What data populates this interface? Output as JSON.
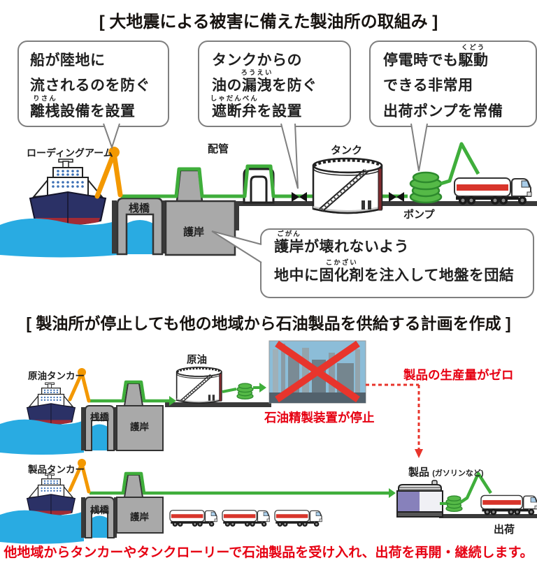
{
  "section1": {
    "title": "[ 大地震による被害に備えた製油所の取組み ]",
    "bubble1": {
      "line1": "船が陸地に",
      "line2": "流されるのを防ぐ",
      "line3_ruby": "りさん",
      "line3_base": "離桟",
      "line3_rest": "設備を設置"
    },
    "bubble2": {
      "line1": "タンクからの",
      "line2_pre": "油の",
      "line2_ruby": "ろうえい",
      "line2_base": "漏洩",
      "line2_rest": "を防ぐ",
      "line3_ruby": "しゃだんべん",
      "line3_base": "遮断弁",
      "line3_rest": "を設置"
    },
    "bubble3": {
      "line1_pre": "停電時でも",
      "line1_ruby": "くどう",
      "line1_base": "駆動",
      "line2": "できる非常用",
      "line3": "出荷ポンプを常備"
    },
    "labels": {
      "loading_arm": "ローディングアーム",
      "pipe": "配管",
      "tank": "タンク",
      "pier": "桟橋",
      "quay": "護岸",
      "pump": "ポンプ"
    },
    "bottom_bubble": {
      "line1_ruby": "ごがん",
      "line1_base": "護岸",
      "line1_rest": "が壊れないよう",
      "line2_pre": "地中に",
      "line2_ruby": "こかざい",
      "line2_base": "固化剤",
      "line2_rest": "を注入して地盤を団結"
    }
  },
  "section2": {
    "title": "[ 製油所が停止しても他の地域から石油製品を供給する計画を作成 ]",
    "row1": {
      "tanker": "原油タンカー",
      "pier": "桟橋",
      "quay": "護岸",
      "crude": "原油",
      "stopped": "石油精製装置が停止",
      "zero": "製品の生産量がゼロ"
    },
    "row2": {
      "tanker": "製品タンカー",
      "pier": "桟橋",
      "quay": "護岸",
      "product": "製品",
      "product_note": "(ガソリンなど)",
      "shipping": "出荷"
    },
    "footer": "他地域からタンカーやタンクローリーで石油製品を受け入れ、出荷を再開・継続します。"
  },
  "palette": {
    "pipe_green": "#3fae3b",
    "arm_orange": "#f39800",
    "sea_blue": "#29abe2",
    "hull_navy": "#2b3166",
    "alert_red": "#e60012",
    "structure_gray": "#a9a9a9",
    "ground_dark": "#3a3a3a",
    "product_purple": "#8781bb"
  }
}
